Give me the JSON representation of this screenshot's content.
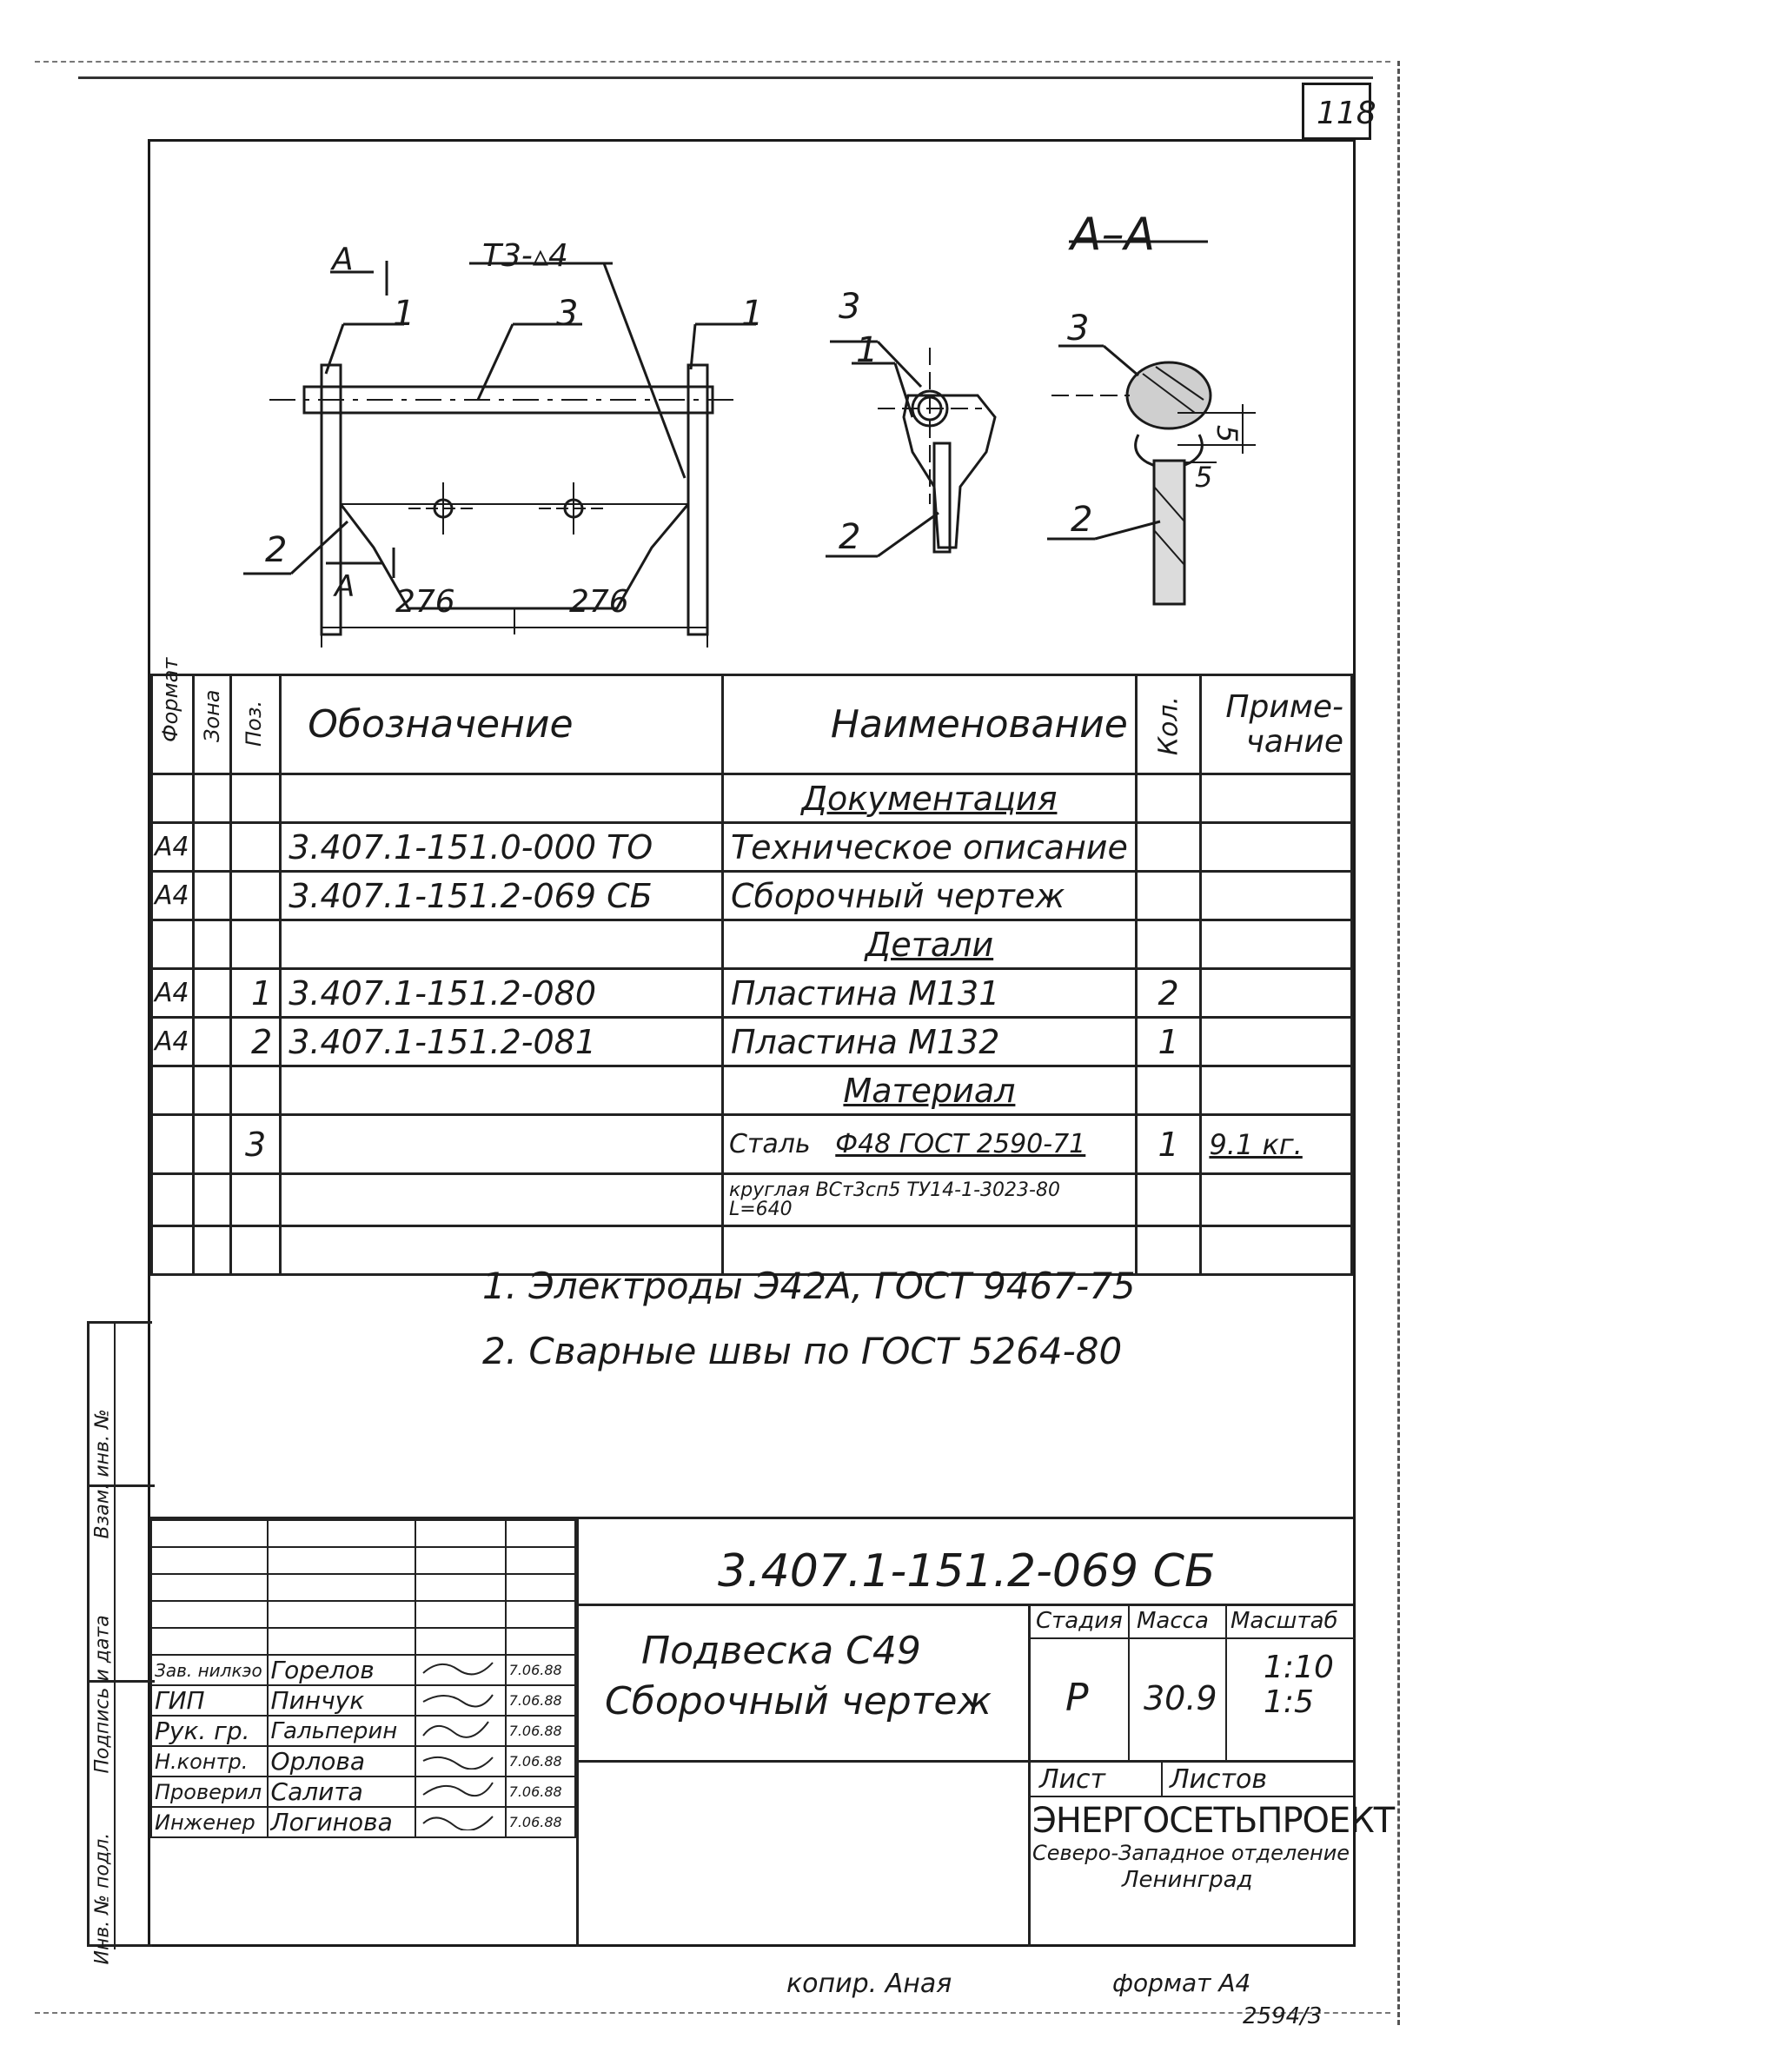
{
  "sheet_number": "118",
  "drawing": {
    "section_title": "А–А",
    "section_mark": "А",
    "weld_label": "Т3-▵4",
    "positions": {
      "p1": "1",
      "p2": "2",
      "p3": "3"
    },
    "dim_left": "276",
    "dim_right": "276",
    "dim_gap_5": "5",
    "dim_vertical": "5"
  },
  "spec": {
    "headers": {
      "format": "Формат",
      "zone": "Зона",
      "pos": "Поз.",
      "designation": "Обозначение",
      "name": "Наименование",
      "qty": "Кол.",
      "note": "Приме-\nчание"
    },
    "rows": [
      {
        "format": "",
        "zone": "",
        "pos": "",
        "designation": "",
        "name": "Документация",
        "qty": "",
        "note": "",
        "heading": true
      },
      {
        "format": "А4",
        "zone": "",
        "pos": "",
        "designation": "3.407.1-151.0-000 ТО",
        "name": "Техническое описание",
        "qty": "",
        "note": ""
      },
      {
        "format": "А4",
        "zone": "",
        "pos": "",
        "designation": "3.407.1-151.2-069 СБ",
        "name": "Сборочный чертеж",
        "qty": "",
        "note": ""
      },
      {
        "format": "",
        "zone": "",
        "pos": "",
        "designation": "",
        "name": "Детали",
        "qty": "",
        "note": "",
        "heading": true
      },
      {
        "format": "А4",
        "zone": "",
        "pos": "1",
        "designation": "3.407.1-151.2-080",
        "name": "Пластина М131",
        "qty": "2",
        "note": ""
      },
      {
        "format": "А4",
        "zone": "",
        "pos": "2",
        "designation": "3.407.1-151.2-081",
        "name": "Пластина М132",
        "qty": "1",
        "note": ""
      },
      {
        "format": "",
        "zone": "",
        "pos": "",
        "designation": "",
        "name": "Материал",
        "qty": "",
        "note": "",
        "heading": true
      }
    ],
    "material_row": {
      "pos": "3",
      "name_top": "Сталь",
      "name_spec": "Ф48 ГОСТ 2590-71",
      "name_sub1": "круглая",
      "name_sub2": "L=640",
      "name_spec2": "ВСт3сп5 ТУ14-1-3023-80",
      "qty": "1",
      "note": "9.1 кг."
    }
  },
  "notes": [
    "1. Электроды Э42А, ГОСТ 9467-75",
    "2. Сварные швы по ГОСТ 5264-80"
  ],
  "side_stamp": {
    "labels": [
      "Инв. № подл.",
      "Подпись и дата",
      "Взам. инв. №"
    ]
  },
  "title_block": {
    "doc_code": "3.407.1-151.2-069 СБ",
    "title_line1": "Подвеска С49",
    "title_line2": "Сборочный чертеж",
    "stage_label": "Стадия",
    "mass_label": "Масса",
    "scale_label": "Масштаб",
    "stage": "Р",
    "mass": "30.9",
    "scale1": "1:10",
    "scale2": "1:5",
    "sheet_label": "Лист",
    "sheets_label": "Листов",
    "org_name": "ЭНЕРГОСЕТЬПРОЕКТ",
    "org_sub1": "Северо-Западное отделение",
    "org_sub2": "Ленинград",
    "signers": [
      {
        "role": "Зав. нилкэо",
        "name": "Горелов",
        "date": "7.06.88"
      },
      {
        "role": "ГИП",
        "name": "Пинчук",
        "date": "7.06.88"
      },
      {
        "role": "Рук. гр.",
        "name": "Гальперин",
        "date": "7.06.88"
      },
      {
        "role": "Н.контр.",
        "name": "Орлова",
        "date": "7.06.88"
      },
      {
        "role": "Проверил",
        "name": "Салита",
        "date": "7.06.88"
      },
      {
        "role": "Инженер",
        "name": "Логинова",
        "date": "7.06.88"
      }
    ]
  },
  "footer": {
    "copied": "копир. Аная",
    "format": "формат А4",
    "inventory": "2594/3"
  }
}
